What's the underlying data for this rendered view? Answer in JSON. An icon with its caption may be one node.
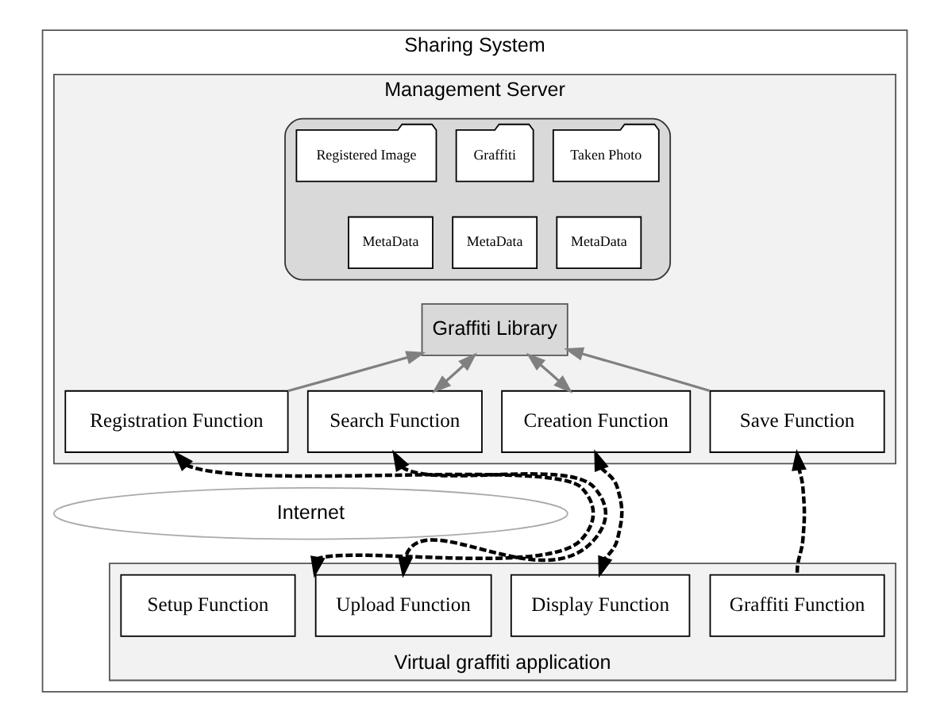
{
  "diagram": {
    "nodes": [
      {
        "text": [
          "Sharing System"
        ]
      },
      {
        "text": [
          "Management Server"
        ],
        "in": 0
      },
      {
        "text": [],
        "shape": "cylinder",
        "in": 1
      },
      {
        "text": [
          "Registered Image"
        ],
        "in": 2
      },
      {
        "text": [
          "MetaData"
        ],
        "in": 2
      },
      {
        "text": [
          "Graffiti"
        ],
        "in": 2
      },
      {
        "text": [
          "MetaData"
        ],
        "in": 2
      },
      {
        "text": [
          "Taken Photo"
        ],
        "in": 2
      },
      {
        "text": [
          "MetaData"
        ],
        "in": 2
      },
      {
        "text": [
          "Graffiti Library"
        ],
        "in": 1
      },
      {
        "text": [
          "Registration Function"
        ],
        "in": 1
      },
      {
        "text": [
          "Search Function"
        ],
        "in": 1
      },
      {
        "text": [
          "Creation Function"
        ],
        "in": 1
      },
      {
        "text": [
          "Save Function"
        ],
        "in": 1
      },
      {
        "text": [
          "Internet"
        ],
        "in": 0
      },
      {
        "text": [
          "Virtual graffiti application"
        ],
        "in": 0
      },
      {
        "text": [
          "Setup Function"
        ],
        "in": 15
      },
      {
        "text": [
          "Upload Function"
        ],
        "in": 15
      },
      {
        "text": [
          "Display Function"
        ],
        "in": 15
      },
      {
        "text": [
          "Graffiti Function"
        ],
        "in": 15
      }
    ],
    "edges": [
      {
        "from": 10,
        "to": 9,
        "arrow": "to",
        "color": "#808080"
      },
      {
        "from": 11,
        "to": 9,
        "arrow": "both",
        "color": "#808080"
      },
      {
        "from": 12,
        "to": 9,
        "arrow": "both",
        "color": "#808080"
      },
      {
        "from": 13,
        "to": 9,
        "arrow": "to",
        "color": "#808080"
      },
      {
        "from": 10,
        "to": 17,
        "arrow": "both",
        "style": "dashed",
        "color": "#000000"
      },
      {
        "from": 11,
        "to": 17,
        "arrow": "both",
        "style": "dashed",
        "color": "#000000"
      },
      {
        "from": 12,
        "to": 18,
        "arrow": "both",
        "style": "dashed",
        "color": "#000000"
      },
      {
        "from": 19,
        "to": 13,
        "arrow": "to",
        "style": "dashed",
        "color": "#000000"
      }
    ]
  }
}
